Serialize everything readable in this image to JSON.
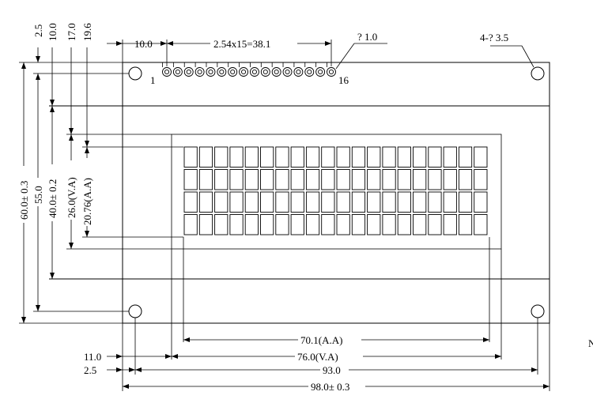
{
  "labels": {
    "pin_offset": "10.0",
    "pin_pitch": "2.54x15=38.1",
    "pin_hole": "? 1.0",
    "mount_hole": "4-? 3.5",
    "pin_first": "1",
    "pin_last": "16",
    "top_2_5": "2.5",
    "top_10_0": "10.0",
    "top_17_0": "17.0",
    "top_19_6": "19.6",
    "height_60": "60.0± 0.3",
    "height_55": "55.0",
    "height_40": "40.0± 0.2",
    "height_va": "26.0(V.A)",
    "height_aa": "20.76(A.A)",
    "width_aa": "70.1(A.A)",
    "width_va": "76.0(V.A)",
    "width_93": "93.0",
    "width_98": "98.0± 0.3",
    "left_11": "11.0",
    "left_2_5": "2.5",
    "edge_note": "N"
  },
  "display": {
    "rows": 4,
    "columns": 20
  },
  "connector": {
    "pins": 16
  }
}
